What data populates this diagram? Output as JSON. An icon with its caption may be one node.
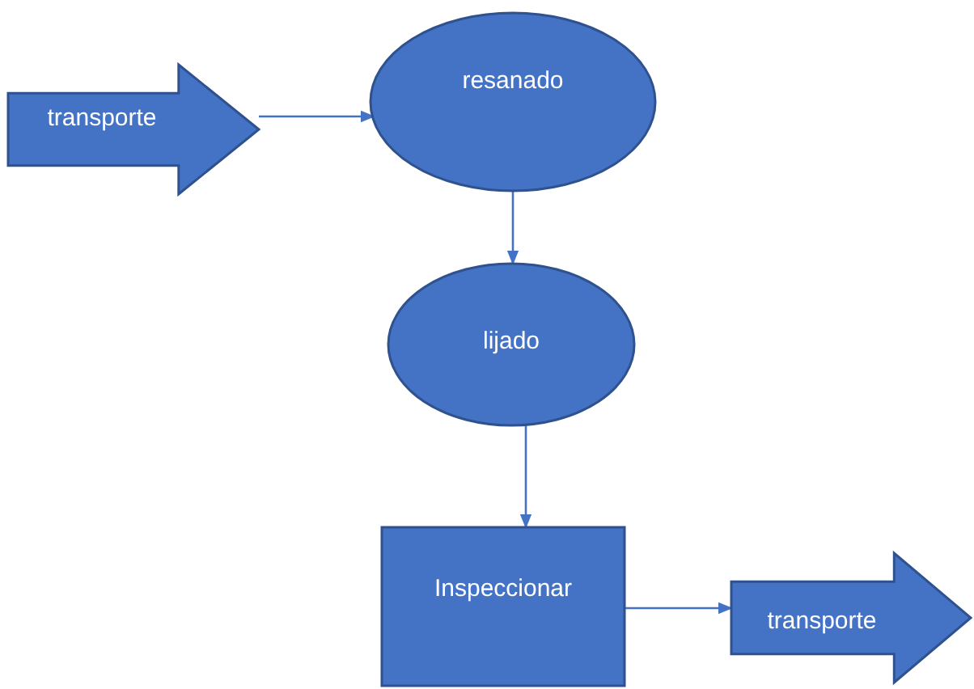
{
  "diagram": {
    "nodes": [
      {
        "text": [
          "transporte"
        ]
      },
      {
        "text": [
          "resanado"
        ]
      },
      {
        "text": [
          "lijado"
        ]
      },
      {
        "text": [
          "Inspeccionar"
        ]
      },
      {
        "text": [
          "transporte"
        ]
      }
    ],
    "edges": [
      {
        "from": 0,
        "to": 1,
        "arrow": "to"
      },
      {
        "from": 1,
        "to": 2,
        "arrow": "to"
      },
      {
        "from": 2,
        "to": 3,
        "arrow": "to"
      },
      {
        "from": 3,
        "to": 4,
        "arrow": "to"
      }
    ]
  }
}
